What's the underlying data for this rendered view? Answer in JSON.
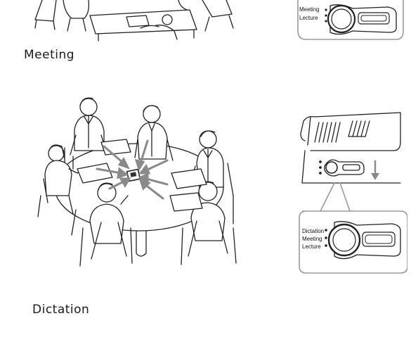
{
  "captions": {
    "meeting": "Meeting",
    "dictation": "Dictation"
  },
  "switch_top": {
    "labels": [
      "Meeting",
      "Lecture"
    ]
  },
  "switch_bottom": {
    "labels": [
      "Dictation",
      "Meeting",
      "Lecture"
    ]
  },
  "colors": {
    "line": "#222222",
    "arrow": "#8a8a8a",
    "callout_border": "#9a9a9a"
  }
}
